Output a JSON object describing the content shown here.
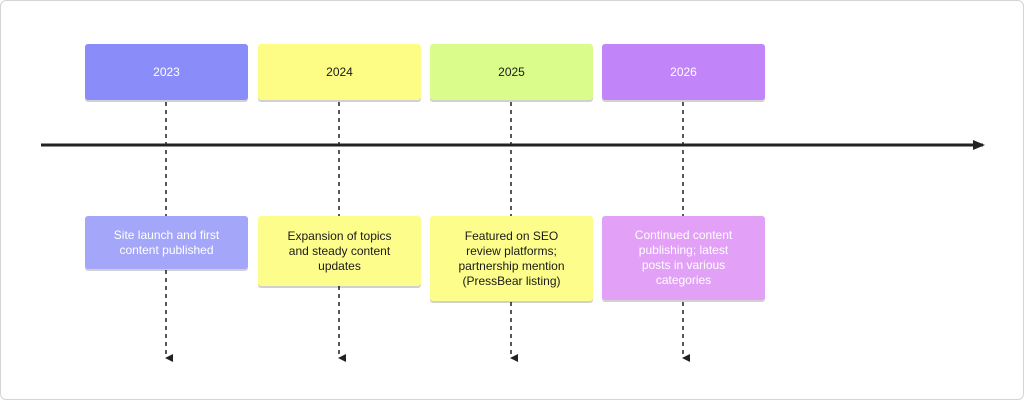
{
  "timeline": {
    "periods": [
      {
        "year": "2023",
        "event": "Site launch and first\ncontent published",
        "color": "#8a8cf9",
        "event_color": "#a4a6fa"
      },
      {
        "year": "2024",
        "event": "Expansion of topics\nand steady content\nupdates",
        "color": "#fdfd86",
        "event_color": "#fdfd8c"
      },
      {
        "year": "2025",
        "event": "Featured on SEO\nreview platforms;\npartnership mention\n(PressBear listing)",
        "color": "#d9fc8a",
        "event_color": "#fdfd8c"
      },
      {
        "year": "2026",
        "event": "Continued content\npublishing; latest\nposts in various\ncategories",
        "color": "#c185f9",
        "event_color": "#e2a1f7"
      }
    ]
  }
}
